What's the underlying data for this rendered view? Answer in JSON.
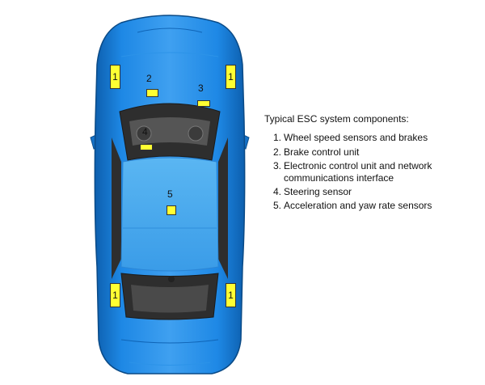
{
  "legend": {
    "title": "Typical ESC system components:",
    "items": [
      {
        "num": "1.",
        "text": "Wheel speed sensors and brakes"
      },
      {
        "num": "2.",
        "text": "Brake control unit"
      },
      {
        "num": "3.",
        "text": "Electronic control unit and network communications interface"
      },
      {
        "num": "4.",
        "text": "Steering sensor"
      },
      {
        "num": "5.",
        "text": "Acceleration and yaw rate sensors"
      }
    ]
  },
  "markers": {
    "wheel_front_left": "1",
    "wheel_front_right": "1",
    "wheel_rear_left": "1",
    "wheel_rear_right": "1",
    "brake_control": "2",
    "ecu": "3",
    "steering": "4",
    "accel_yaw": "5"
  },
  "colors": {
    "car_body": "#1e88e5",
    "car_shade": "#0d5fae",
    "marker_fill": "#ffff33",
    "glass": "#2b2b2b",
    "roof": "#46a8ef"
  }
}
